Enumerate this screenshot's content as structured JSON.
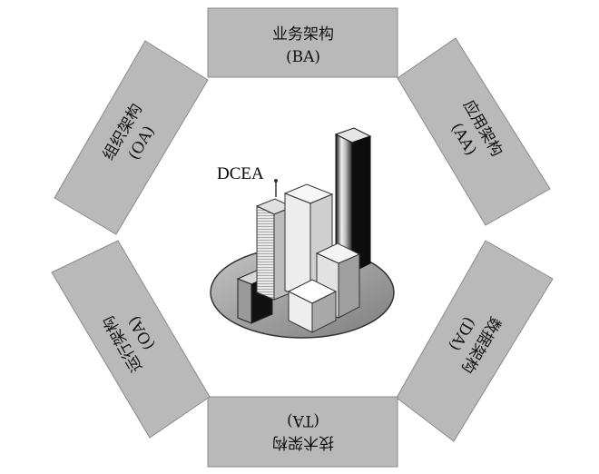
{
  "center": {
    "label": "DCEA"
  },
  "segments": [
    {
      "id": "ba",
      "name": "业务架构",
      "abbr": "(BA)"
    },
    {
      "id": "aa",
      "name": "应用架构",
      "abbr": "(AA)"
    },
    {
      "id": "da",
      "name": "数据架构",
      "abbr": "(DA)"
    },
    {
      "id": "ta",
      "name": "技术架构",
      "abbr": "(TA)"
    },
    {
      "id": "oa-run",
      "name": "运行架构",
      "abbr": "(OA)"
    },
    {
      "id": "oa-org",
      "name": "组织架构",
      "abbr": "(OA)"
    }
  ],
  "colors": {
    "segment_fill": "#b9b9b9",
    "segment_stroke": "#8a8a8a",
    "platform_fill": "#9a9a9a"
  }
}
